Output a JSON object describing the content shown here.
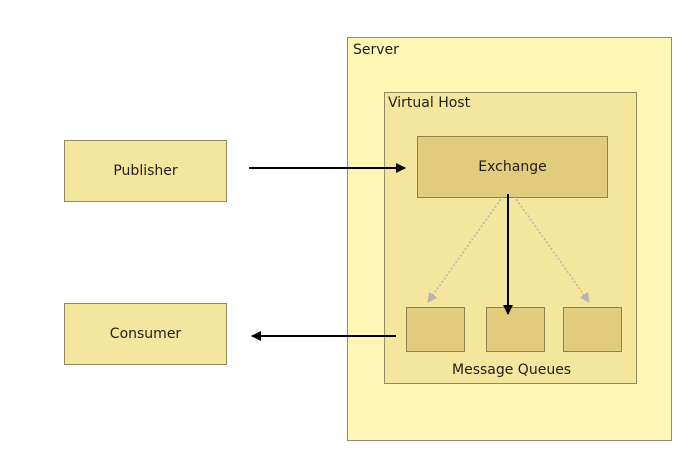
{
  "server": {
    "label": "Server"
  },
  "virtual_host": {
    "label": "Virtual Host"
  },
  "exchange": {
    "label": "Exchange"
  },
  "message_queues": {
    "label": "Message Queues",
    "count": 3
  },
  "publisher": {
    "label": "Publisher"
  },
  "consumer": {
    "label": "Consumer"
  },
  "colors": {
    "server_fill": "#fef6b5",
    "vhost_fill": "#f4e69c",
    "exchange_fill": "#e0cc7a",
    "arrow": "#000000",
    "dotted_arrow": "#b4b4b4"
  }
}
